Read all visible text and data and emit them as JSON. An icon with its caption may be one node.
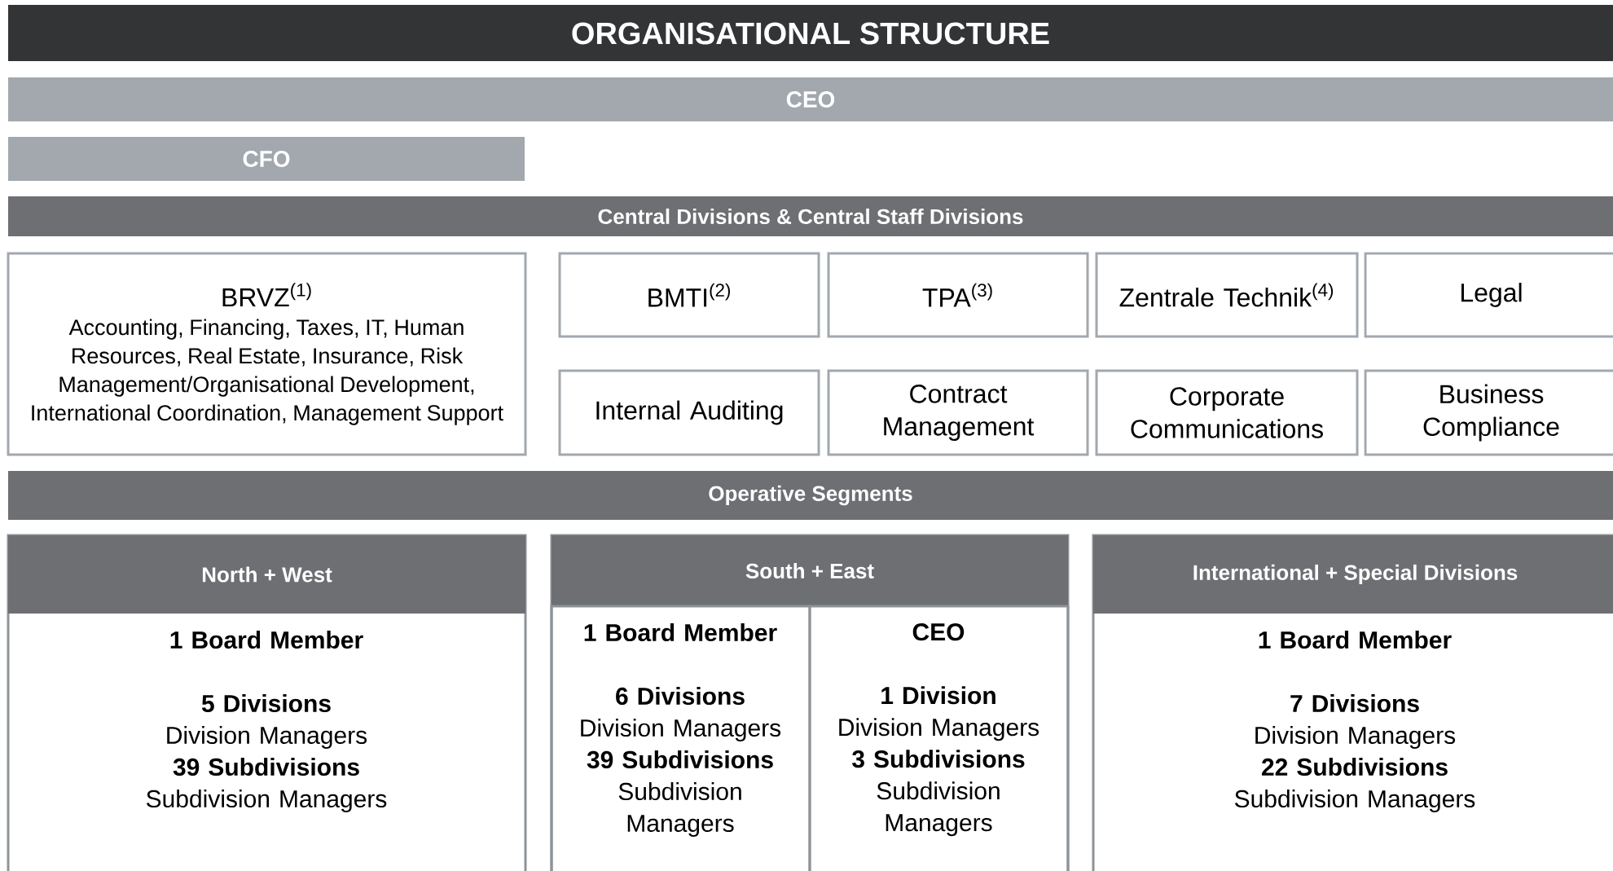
{
  "diagram": {
    "title": "ORGANISATIONAL STRUCTURE",
    "nodes": [
      {
        "text": [
          "CEO"
        ]
      },
      {
        "text": [
          "CFO"
        ]
      },
      {
        "text": [
          "Central Divisions & Central Staff Divisions"
        ]
      },
      {
        "text": [
          "BRVZ$^{(1)}$",
          "Accounting, Financing, Taxes, IT, Human Resources, Real Estate, Insurance, Risk Management/Organisational Development, International Coordination, Management Support"
        ]
      },
      {
        "text": [
          "BMTI$^{(2)}$"
        ]
      },
      {
        "text": [
          "TPA$^{(3)}$"
        ]
      },
      {
        "text": [
          "Zentrale Technik$^{(4)}$"
        ]
      },
      {
        "text": [
          "Legal"
        ]
      },
      {
        "text": [
          "Internal Auditing"
        ]
      },
      {
        "text": [
          "Contract Management"
        ]
      },
      {
        "text": [
          "Corporate Communications"
        ]
      },
      {
        "text": [
          "Business Compliance"
        ]
      },
      {
        "text": [
          "Operative Segments"
        ]
      },
      {
        "text": [
          "North + West",
          "1 Board Member",
          "5 Divisions",
          "Division Managers",
          "39 Subdivisions",
          "Subdivision Managers"
        ]
      },
      {
        "text": [
          "South + East"
        ]
      },
      {
        "text": [
          "1 Board Member",
          "6 Divisions",
          "Division Managers",
          "39 Subdivisions",
          "Subdivision Managers"
        ],
        "in": 14
      },
      {
        "text": [
          "CEO",
          "1 Division",
          "Division Managers",
          "3 Subdivisions",
          "Subdivision Managers"
        ],
        "in": 14
      },
      {
        "text": [
          "International + Special Divisions",
          "1 Board Member",
          "7 Divisions",
          "Division Managers",
          "22 Subdivisions",
          "Subdivision Managers"
        ]
      }
    ]
  }
}
